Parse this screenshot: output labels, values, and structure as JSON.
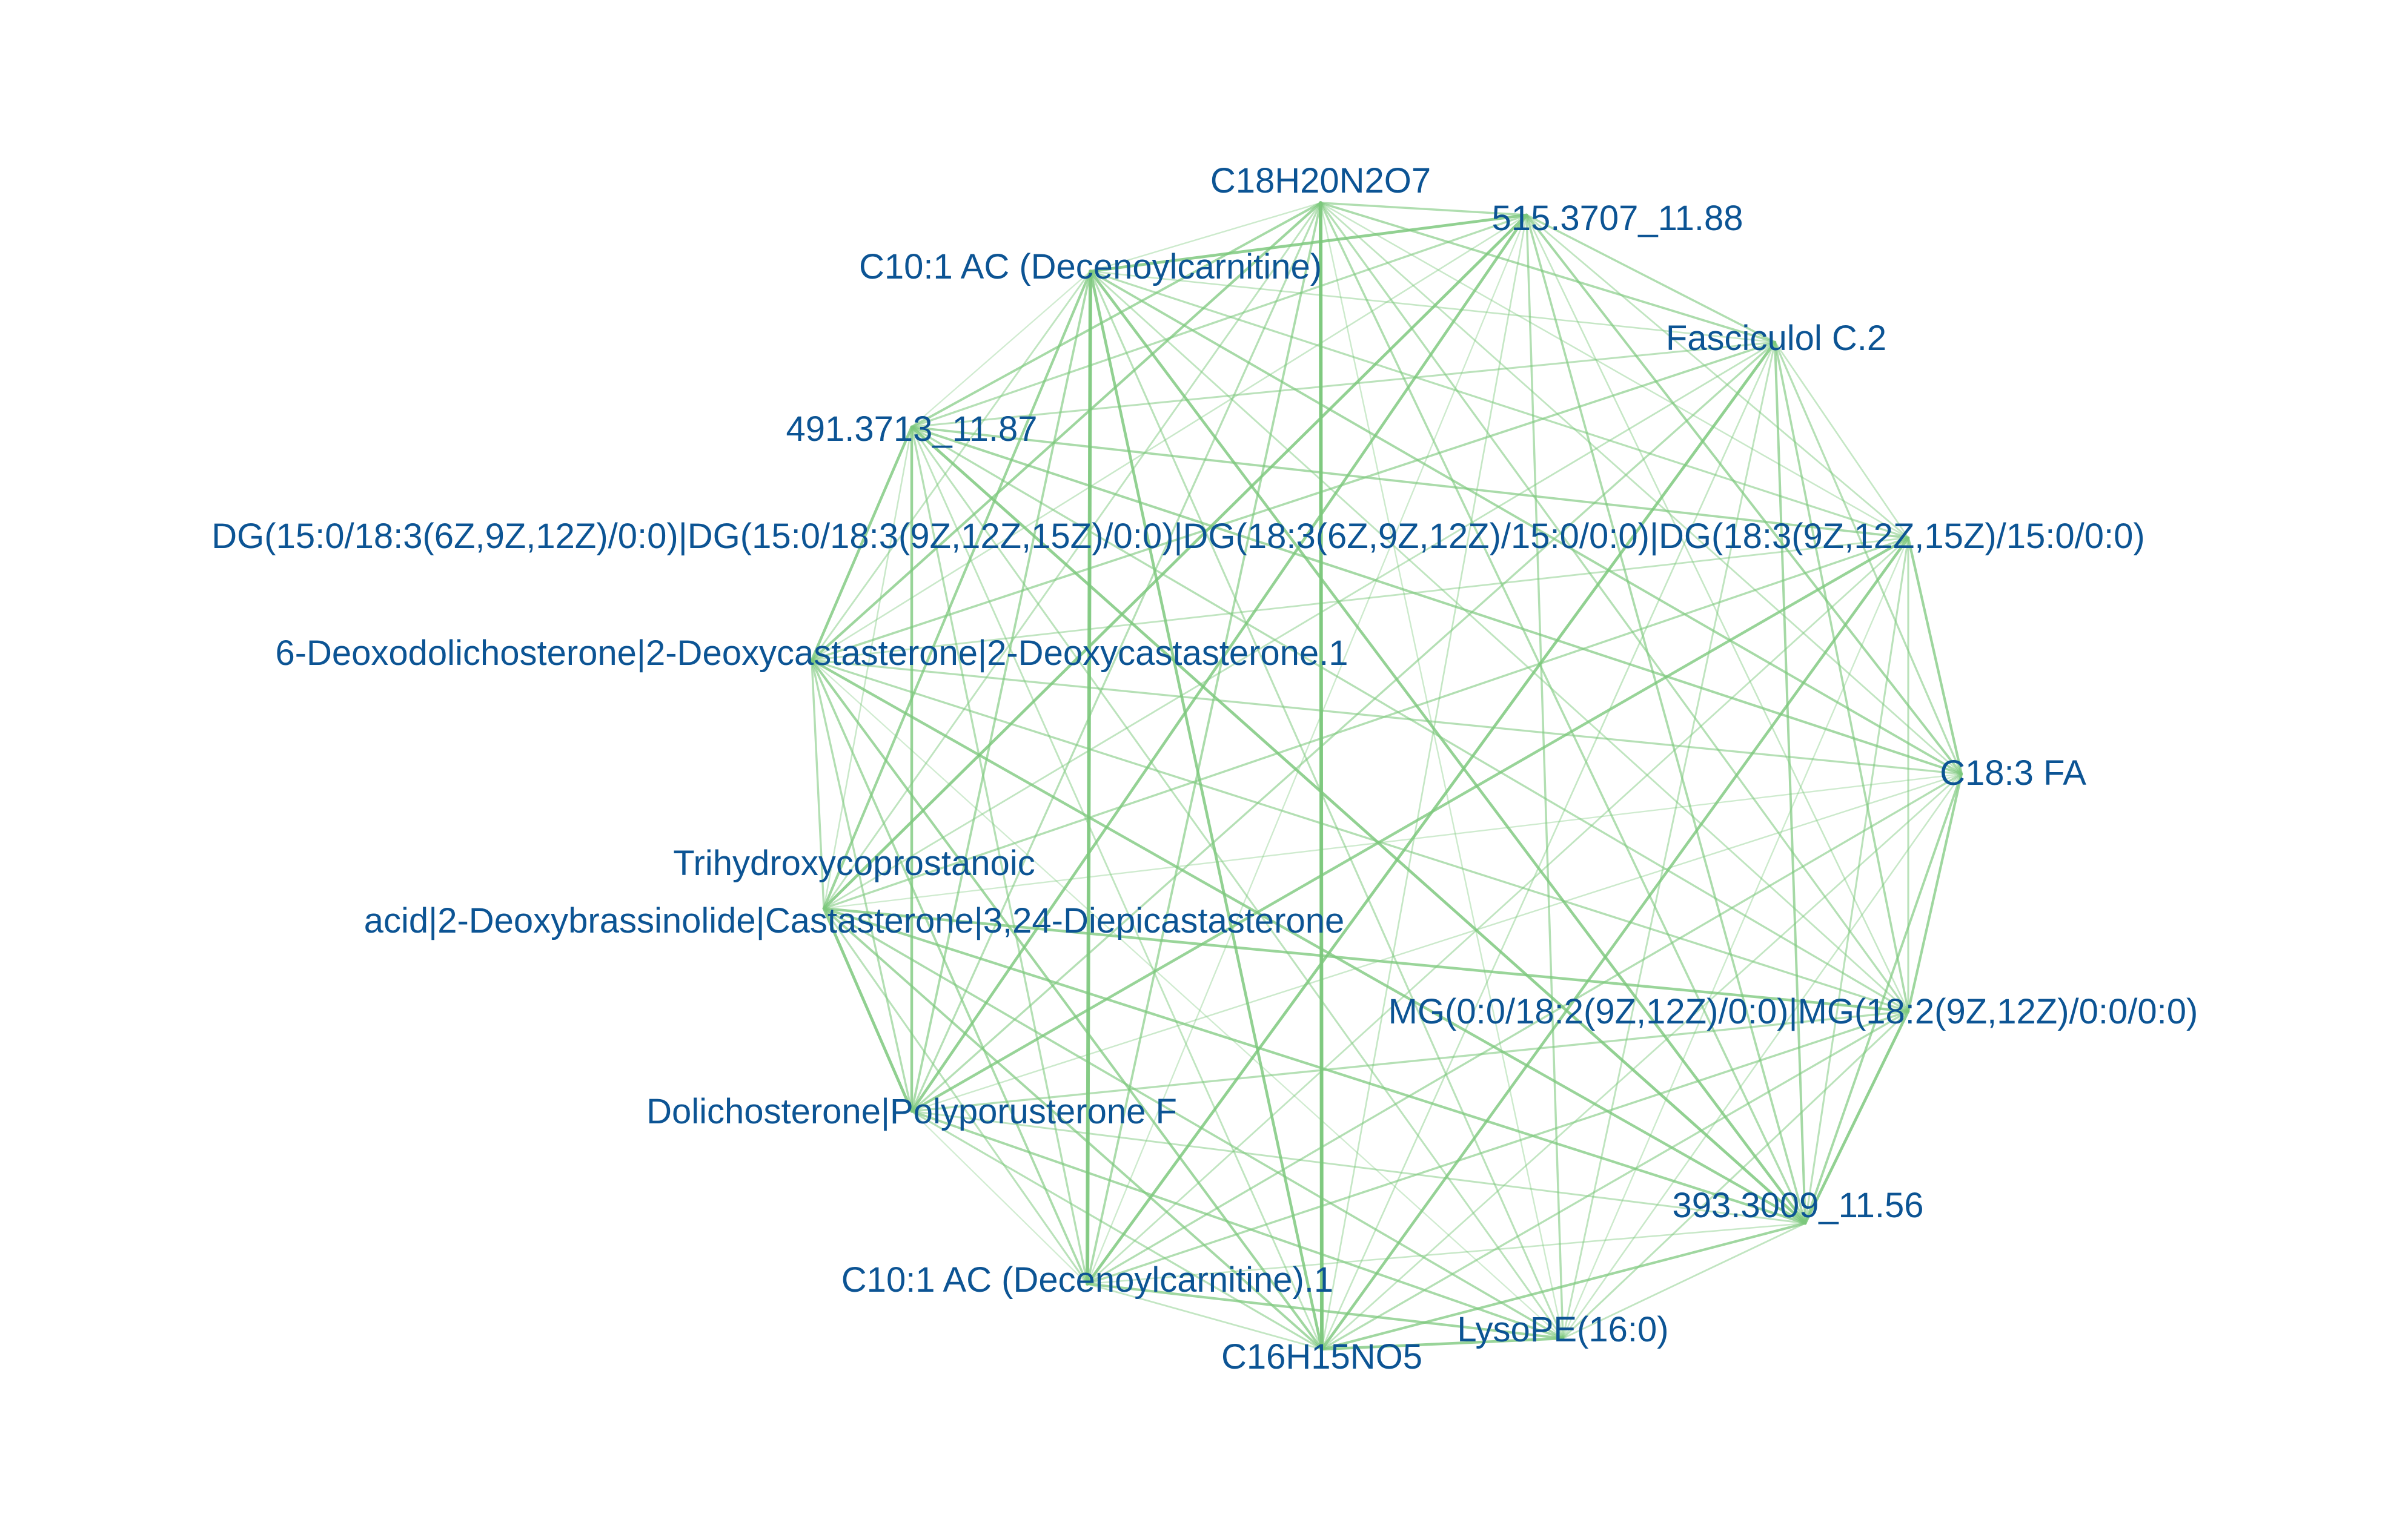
{
  "colors": {
    "edge": "#7cc87c",
    "label": "#0c5494",
    "background": "#ffffff"
  },
  "nodes": [
    {
      "id": "C18H20N2O7",
      "label": "C18H20N2O7"
    },
    {
      "id": "515.3707_11.88",
      "label": "515.3707_11.88"
    },
    {
      "id": "Fasciculol C.2",
      "label": "Fasciculol C.2"
    },
    {
      "id": "DG(15:0/18:3(6Z,9Z,12Z)/0:0)|DG(15:0/18:3(9Z,12Z,15Z)/0:0)|DG(18:3(6Z,9Z,12Z)/15:0/0:0)|DG(18:3(9Z,12Z,15Z)/15:0/0:0)",
      "label": "DG(15:0/18:3(6Z,9Z,12Z)/0:0)|DG(15:0/18:3(9Z,12Z,15Z)/0:0)|DG(18:3(6Z,9Z,12Z)/15:0/0:0)|DG(18:3(9Z,12Z,15Z)/15:0/0:0)"
    },
    {
      "id": "C18:3 FA",
      "label": "C18:3 FA"
    },
    {
      "id": "MG(0:0/18:2(9Z,12Z)/0:0)|MG(18:2(9Z,12Z)/0:0/0:0)",
      "label": "MG(0:0/18:2(9Z,12Z)/0:0)|MG(18:2(9Z,12Z)/0:0/0:0)"
    },
    {
      "id": "393.3009_11.56",
      "label": "393.3009_11.56"
    },
    {
      "id": "LysoPE(16:0)",
      "label": "LysoPE(16:0)"
    },
    {
      "id": "C16H15NO5",
      "label": "C16H15NO5"
    },
    {
      "id": "C10:1 AC (Decenoylcarnitine).1",
      "label": "C10:1 AC (Decenoylcarnitine).1"
    },
    {
      "id": "Dolichosterone|Polyporusterone F",
      "label": "Dolichosterone|Polyporusterone F"
    },
    {
      "id": "Trihydroxycoprostanoic acid|2-Deoxybrassinolide|Castasterone|3,24-Diepicastasterone",
      "label": [
        "Trihydroxycoprostanoic",
        "acid|2-Deoxybrassinolide|Castasterone|3,24-Diepicastasterone"
      ]
    },
    {
      "id": "6-Deoxodolichosterone|2-Deoxycastasterone|2-Deoxycastasterone.1",
      "label": "6-Deoxodolichosterone|2-Deoxycastasterone|2-Deoxycastasterone.1"
    },
    {
      "id": "491.3713_11.87",
      "label": "491.3713_11.87"
    },
    {
      "id": "C10:1 AC (Decenoylcarnitine)",
      "label": "C10:1 AC (Decenoylcarnitine)"
    }
  ]
}
